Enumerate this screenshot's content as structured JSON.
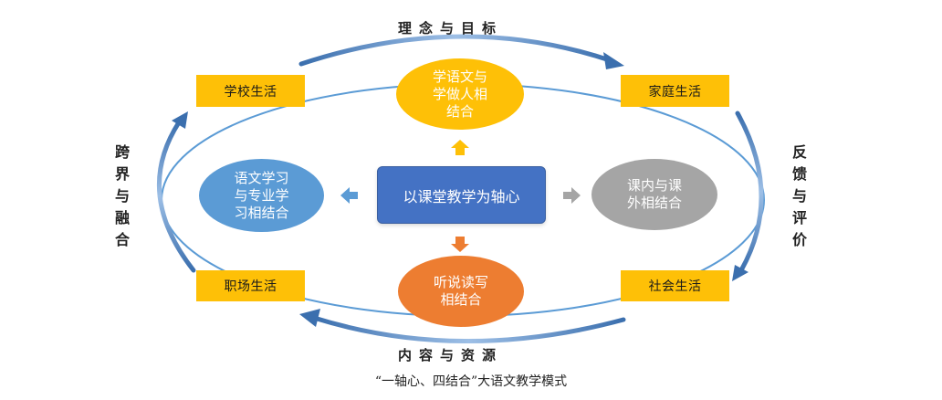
{
  "labels": {
    "top": "理念与目标",
    "bottom": "内容与资源",
    "left": "跨界与融合",
    "right": "反馈与评价"
  },
  "corners": {
    "top_left": "学校生活",
    "top_right": "家庭生活",
    "bottom_left": "职场生活",
    "bottom_right": "社会生活"
  },
  "center": "以课堂教学为轴心",
  "circles": {
    "top": "学语文与\n学做人相\n结合",
    "left": "语文学习\n与专业学\n习相结合",
    "right": "课内与课\n外相结合",
    "bottom": "听说读写\n相结合"
  },
  "caption": "“一轴心、四结合”大语文教学模式",
  "colors": {
    "rect": "#fec007",
    "center_box": "#4472c4",
    "circle_top": "#fec007",
    "circle_left": "#5b9bd5",
    "circle_right": "#a5a5a5",
    "circle_bottom": "#ed7d31",
    "ellipse": "#5b9bd5",
    "outer_arrows": "#4a7ebb",
    "arrow_up": "#fec007",
    "arrow_left": "#5b9bd5",
    "arrow_right": "#a5a5a5",
    "arrow_down": "#ed7d31"
  }
}
